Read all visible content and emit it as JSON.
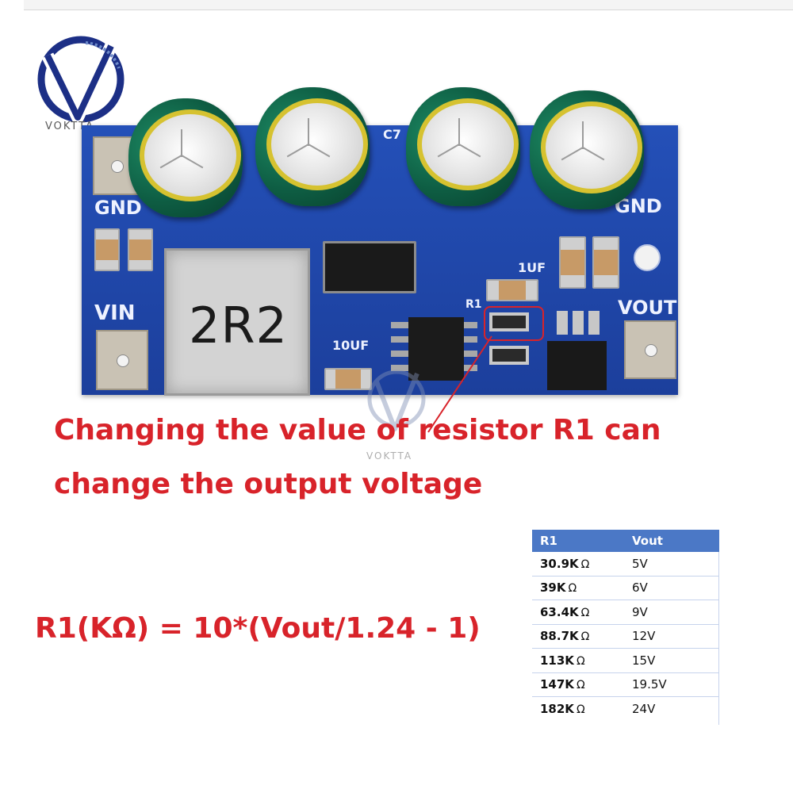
{
  "brand": {
    "name": "VOKTTA"
  },
  "board": {
    "inductor_label": "2R2",
    "labels": {
      "gnd_left": "GND",
      "gnd_right": "GND",
      "vin": "VIN",
      "vout": "VOUT",
      "cap_ref": "C7",
      "cap_1uf": "1UF",
      "cap_10uf": "10UF",
      "r1": "R1"
    }
  },
  "caption": {
    "line1": "Changing the value of resistor R1 can",
    "line2": "change the output voltage"
  },
  "formula": "R1(KΩ) = 10*(Vout/1.24 - 1)",
  "table": {
    "headers": [
      "R1",
      "Vout"
    ],
    "unit": "Ω",
    "rows": [
      {
        "r1": "30.9K",
        "vout": "5V"
      },
      {
        "r1": "39K",
        "vout": "6V"
      },
      {
        "r1": "63.4K",
        "vout": "9V"
      },
      {
        "r1": "88.7K",
        "vout": "12V"
      },
      {
        "r1": "113K",
        "vout": "15V"
      },
      {
        "r1": "147K",
        "vout": "19.5V"
      },
      {
        "r1": "182K",
        "vout": "24V"
      }
    ]
  },
  "colors": {
    "accent": "#d8232a",
    "pcb": "#1f46a8",
    "table_header": "#4b78c6"
  }
}
